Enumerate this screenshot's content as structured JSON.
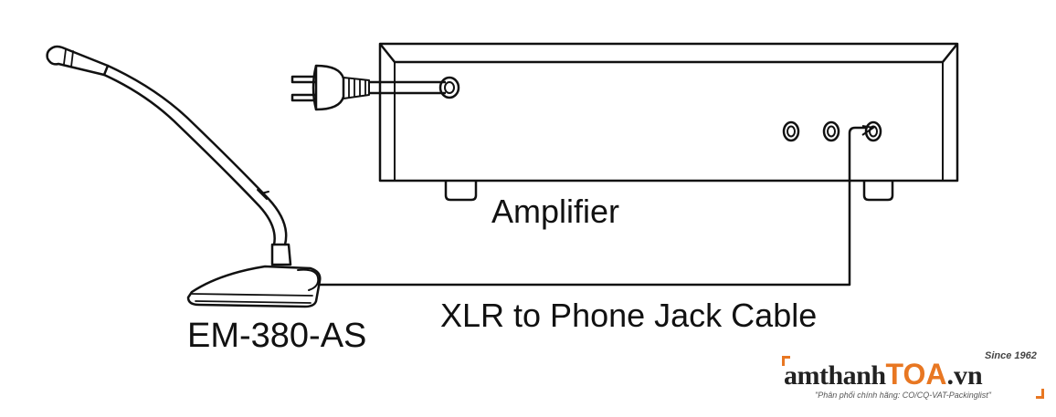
{
  "diagram": {
    "amplifier_label": "Amplifier",
    "microphone_label": "EM-380-AS",
    "cable_label": "XLR to Phone Jack Cable"
  },
  "logo": {
    "brand_part1": "amthanh",
    "brand_part2": "TOA",
    "brand_part3": ".vn",
    "since": "Since 1962",
    "slogan": "\"Phân phối chính hãng: CO/CQ-VAT-Packinglist\""
  },
  "colors": {
    "line": "#111111",
    "logo_accent": "#e87722",
    "logo_dark": "#222222"
  }
}
